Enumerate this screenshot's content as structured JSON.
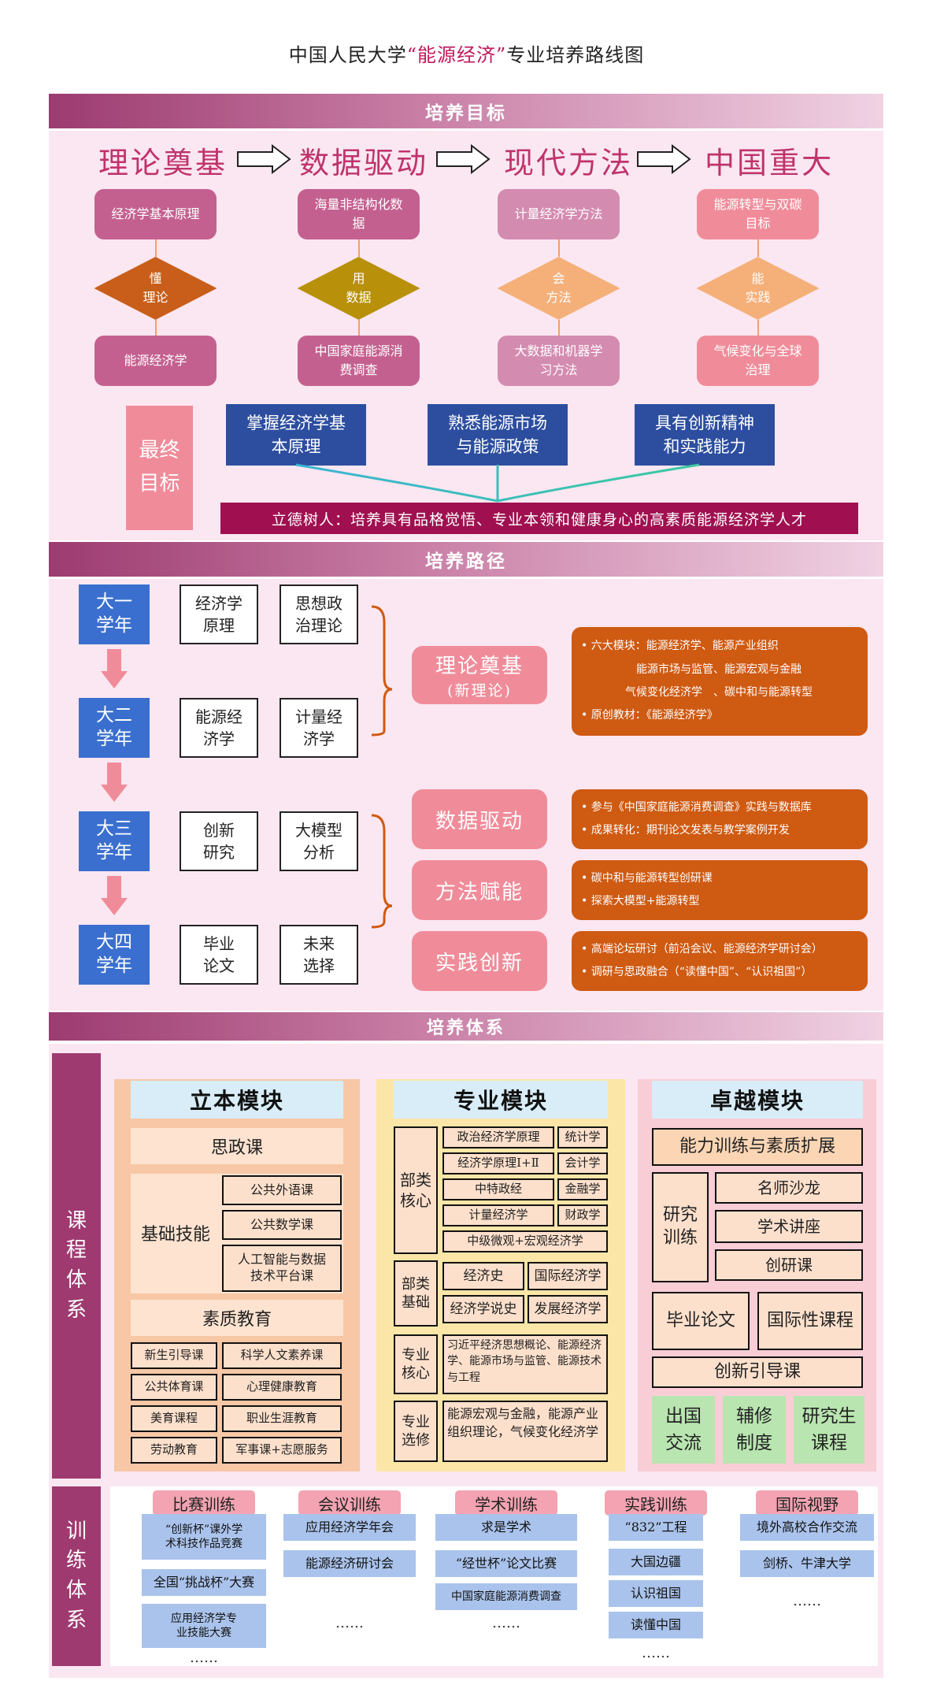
{
  "title": {
    "pre": "中国人民大学",
    "highlight": "“能源经济”",
    "post": "专业培养路线图"
  },
  "goal": {
    "bar": "培养目标",
    "stages": [
      {
        "word": "理论奠基",
        "top": "经济学基本原理",
        "diamond": "懂\n理论",
        "bottom": "能源经济学",
        "color": "#c4608f",
        "dcolor": "#c85e1a"
      },
      {
        "word": "数据驱动",
        "top": "海量非结构化数\n据",
        "diamond": "用\n数据",
        "bottom": "中国家庭能源消\n费调查",
        "color": "#c4608f",
        "dcolor": "#b8900a"
      },
      {
        "word": "现代方法",
        "top": "计量经济学方法",
        "diamond": "会\n方法",
        "bottom": "大数据和机器学\n习方法",
        "color": "#d48bb0",
        "dcolor": "#f5b07a"
      },
      {
        "word": "中国重大",
        "top": "能源转型与双碳\n目标",
        "diamond": "能\n实践",
        "bottom": "气候变化与全球\n治理",
        "color": "#f08c9a",
        "dcolor": "#f5b07a"
      }
    ],
    "final_label": "最终\n目标",
    "finals": [
      "掌握经济学基\n本原理",
      "熟悉能源市场\n与能源政策",
      "具有创新精神\n和实践能力"
    ],
    "summary": "立德树人：培养具有品格觉悟、专业本领和健康身心的高素质能源经济学人才"
  },
  "path": {
    "bar": "培养路径",
    "years": [
      {
        "label": "大一\n学年",
        "c1": "经济学\n原理",
        "c2": "思想政\n治理论"
      },
      {
        "label": "大二\n学年",
        "c1": "能源经\n济学",
        "c2": "计量经\n济学"
      },
      {
        "label": "大三\n学年",
        "c1": "创新\n研究",
        "c2": "大模型\n分析"
      },
      {
        "label": "大四\n学年",
        "c1": "毕业\n论文",
        "c2": "未来\n选择"
      }
    ],
    "pillars": [
      {
        "label": "理论奠基",
        "sub": "(新理论)",
        "lines": [
          "• 六大模块：能源经济学、能源产业组织",
          "　　　　　能源市场与监管、能源宏观与金融",
          "　　　　气候变化经济学　、碳中和与能源转型",
          "• 原创教材：《能源经济学》"
        ]
      },
      {
        "label": "数据驱动",
        "lines": [
          "• 参与《中国家庭能源消费调查》实践与数据库",
          "• 成果转化：期刊论文发表与教学案例开发"
        ]
      },
      {
        "label": "方法赋能",
        "lines": [
          "• 碳中和与能源转型创研课",
          "• 探索大模型+能源转型"
        ]
      },
      {
        "label": "实践创新",
        "lines": [
          "• 高端论坛研讨（前沿会议、能源经济学研讨会）",
          "• 调研与思政融合（“读懂中国”、“认识祖国”）"
        ]
      }
    ]
  },
  "system": {
    "bar": "培养体系",
    "course_label": "课\n程\n体\n系",
    "liben": {
      "title": "立本模块",
      "sizheng": "思政课",
      "jichu_label": "基础技能",
      "jichu": [
        "公共外语课",
        "公共数学课",
        "人工智能与数据\n技术平台课"
      ],
      "suzhi": "素质教育",
      "grid": [
        "新生引导课",
        "科学人文素养课",
        "公共体育课",
        "心理健康教育",
        "美育课程",
        "职业生涯教育",
        "劳动教育",
        "军事课+志愿服务"
      ]
    },
    "zhuanye": {
      "title": "专业模块",
      "g1_label": "部类\n核心",
      "g1_rows": [
        [
          "政治经济学原理",
          "统计学"
        ],
        [
          "经济学原理Ⅰ+Ⅱ",
          "会计学"
        ],
        [
          "中特政经",
          "金融学"
        ],
        [
          "计量经济学",
          "财政学"
        ],
        [
          "中级微观+宏观经济学"
        ]
      ],
      "g2_label": "部类\n基础",
      "g2_rows": [
        [
          "经济史",
          "国际经济学"
        ],
        [
          "经济学说史",
          "发展经济学"
        ]
      ],
      "g3_label": "专业\n核心",
      "g3_text": "习近平经济思想概论、能源经济学、能源市场与监管、能源技术与工程",
      "g4_label": "专业\n选修",
      "g4_text": "能源宏观与金融，能源产业组织理论，气候变化经济学"
    },
    "zhuoyue": {
      "title": "卓越模块",
      "ability": "能力训练与素质扩展",
      "research_label": "研究\n训练",
      "research": [
        "名师沙龙",
        "学术讲座",
        "创研课"
      ],
      "thesis": "毕业论文",
      "intl": "国际性课程",
      "guide": "创新引导课",
      "greens": [
        "出国\n交流",
        "辅修\n制度",
        "研究生\n课程"
      ]
    },
    "train_label": "训\n练\n体\n系",
    "trainings": [
      {
        "title": "比赛训练",
        "items": [
          "“创新杯”课外学\n术科技作品竞赛",
          "全国“挑战杯”大赛",
          "应用经济学专\n业技能大赛"
        ],
        "more": "……"
      },
      {
        "title": "会议训练",
        "items": [
          "应用经济学年会",
          "能源经济研讨会"
        ],
        "more": "……"
      },
      {
        "title": "学术训练",
        "items": [
          "求是学术",
          "“经世杯”论文比赛",
          "中国家庭能源消费调查"
        ],
        "more": "……"
      },
      {
        "title": "实践训练",
        "items": [
          "“832”工程",
          "大国边疆",
          "认识祖国",
          "读懂中国"
        ],
        "more": "……"
      },
      {
        "title": "国际视野",
        "items": [
          "境外高校合作交流",
          "剑桥、牛津大学"
        ],
        "more": "……"
      }
    ]
  }
}
